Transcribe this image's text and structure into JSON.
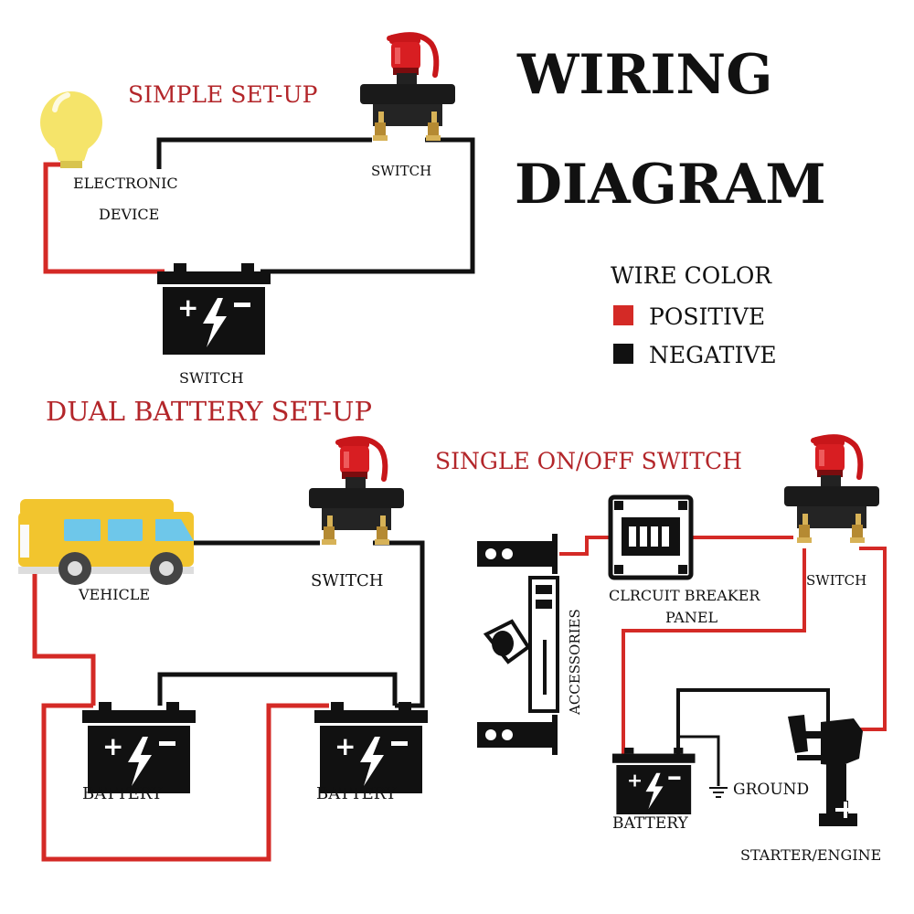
{
  "title": {
    "line1": "WIRING",
    "line2": "DIAGRAM"
  },
  "legend": {
    "heading": "WIRE COLOR",
    "items": [
      {
        "label": "POSITIVE",
        "color": "#d42a26"
      },
      {
        "label": "NEGATIVE",
        "color": "#111111"
      }
    ]
  },
  "colors": {
    "positive": "#d42a26",
    "negative": "#111111",
    "section_title": "#b3262a",
    "bulb": "#f5e46a",
    "rv_body": "#f2c52e",
    "rv_window": "#6ec7ea"
  },
  "simple_setup": {
    "title": "SIMPLE SET-UP",
    "device_label_line1": "ELECTRONIC",
    "device_label_line2": "DEVICE",
    "switch_label": "SWITCH",
    "battery_label": "SWITCH"
  },
  "dual_setup": {
    "title": "DUAL BATTERY  SET-UP",
    "vehicle_label": "VEHICLE",
    "switch_label": "SWITCH",
    "battery_left_label": "BATTERY",
    "battery_right_label": "BATTERY"
  },
  "single_switch": {
    "title": "SINGLE ON/OFF  SWITCH",
    "breaker_label_line1": "CLRCUIT BREAKER",
    "breaker_label_line2": "PANEL",
    "switch_label": "SWITCH",
    "accessories_label": "ACCESSORIES",
    "ground_label": "GROUND",
    "battery_label": "BATTERY",
    "engine_label": "STARTER/ENGINE"
  }
}
